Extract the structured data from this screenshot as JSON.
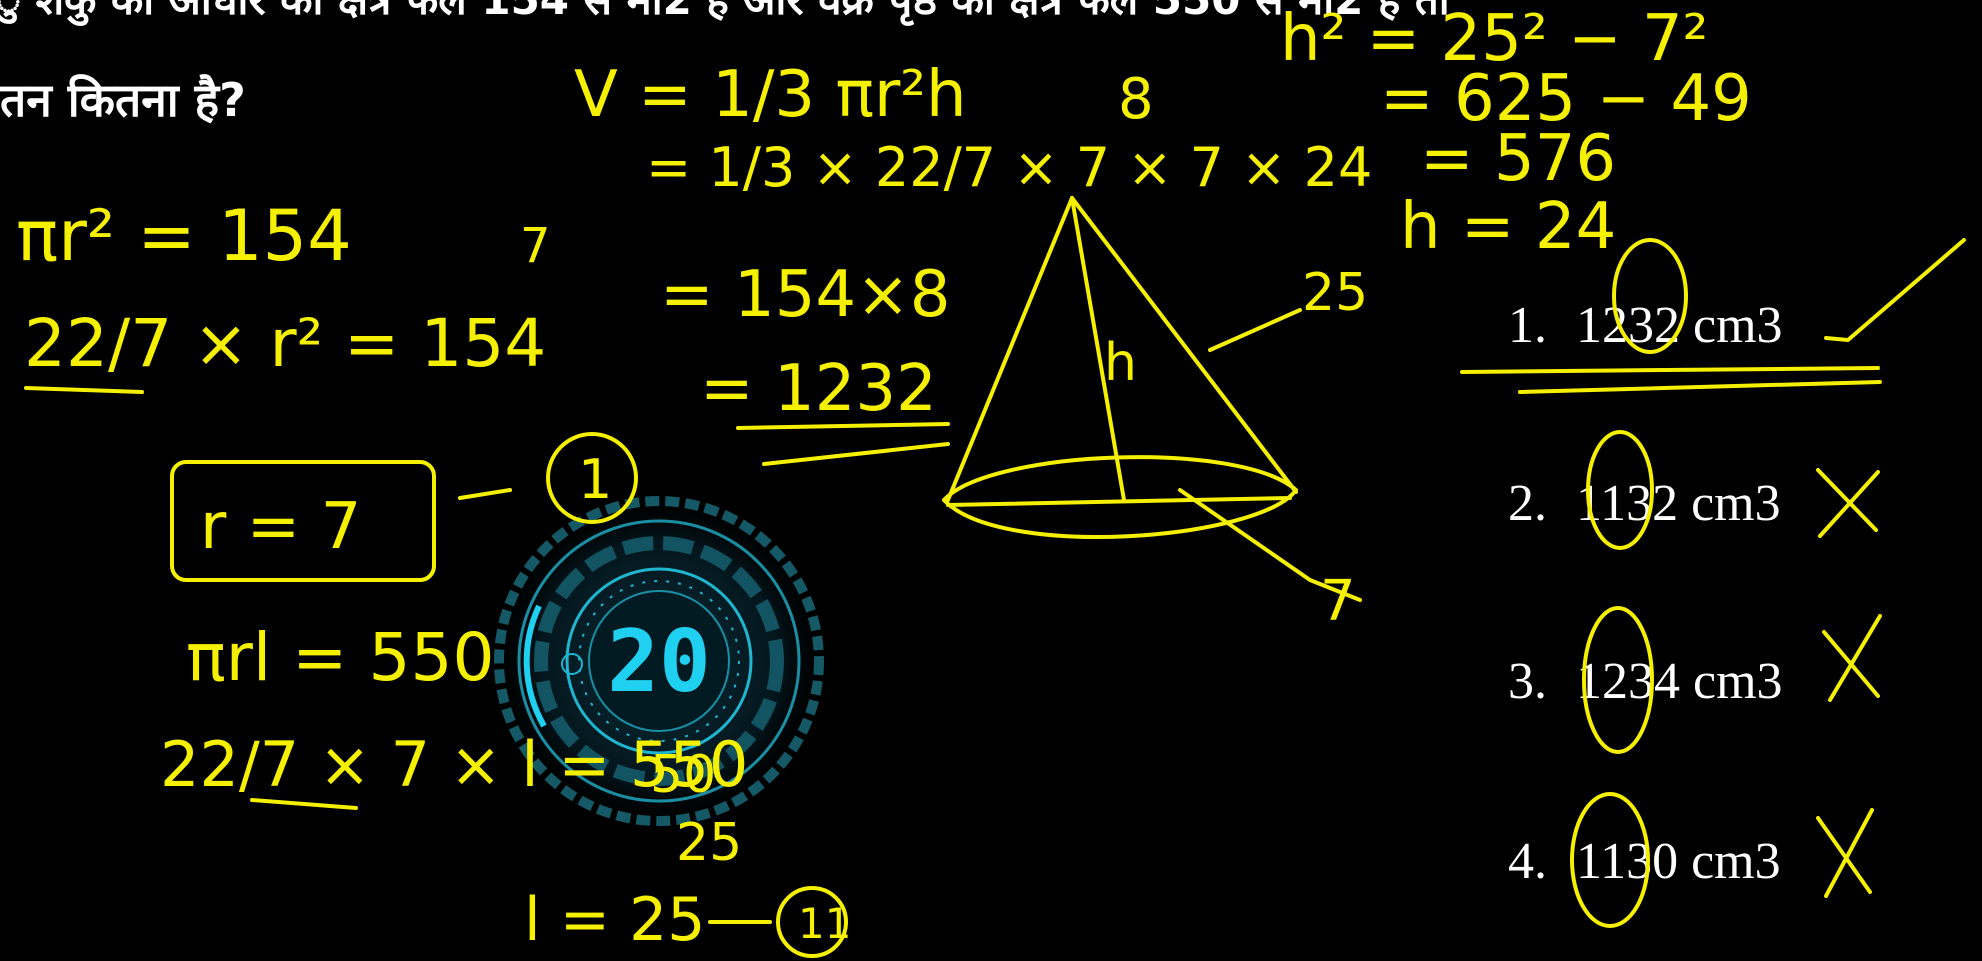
{
  "question": {
    "line1_partial": "ु   शंकु  का  आधार  का  क्षेत्र फल  154  से मी2  है  और  वक्र  पृष्ठ  का  क्षेत्र फल  550  से मी2  है  तो",
    "line2": "तन कितना है?"
  },
  "options": [
    {
      "num": "1.",
      "text": "1232 cm3",
      "mark": "check"
    },
    {
      "num": "2.",
      "text": "1132 cm3",
      "mark": "cross"
    },
    {
      "num": "3.",
      "text": "1234 cm3",
      "mark": "cross"
    },
    {
      "num": "4.",
      "text": "1130 cm3",
      "mark": "cross"
    }
  ],
  "timer": {
    "value": "20",
    "color": "#1fd0f0"
  },
  "ink_color": "#f5f000",
  "handwriting": {
    "volume_formula": "V = 1/3 πr²h",
    "volume_sub": "= 1/3 × 22/7 × 7 × 7 × 24",
    "eight": "8",
    "step_154x8": "= 154×8",
    "result": "= 1232",
    "h_sq": "h² = 25² − 7²",
    "h_sub": "= 625 − 49",
    "h_576": "= 576",
    "h_val": "h = 24",
    "pir2": "πr² = 154",
    "pir2_sub": "22/7 × r² = 154",
    "seven_small": "7",
    "r_box": "r = 7",
    "circle1": "1",
    "pirl": "πrl = 550",
    "pirl_sub": "22/7 × 7 × l = 550",
    "fifty": "50",
    "twentyfive": "25",
    "l_val": "l = 25",
    "circle11": "11",
    "slant_label": "25",
    "h_label": "h",
    "r_label": "7"
  }
}
